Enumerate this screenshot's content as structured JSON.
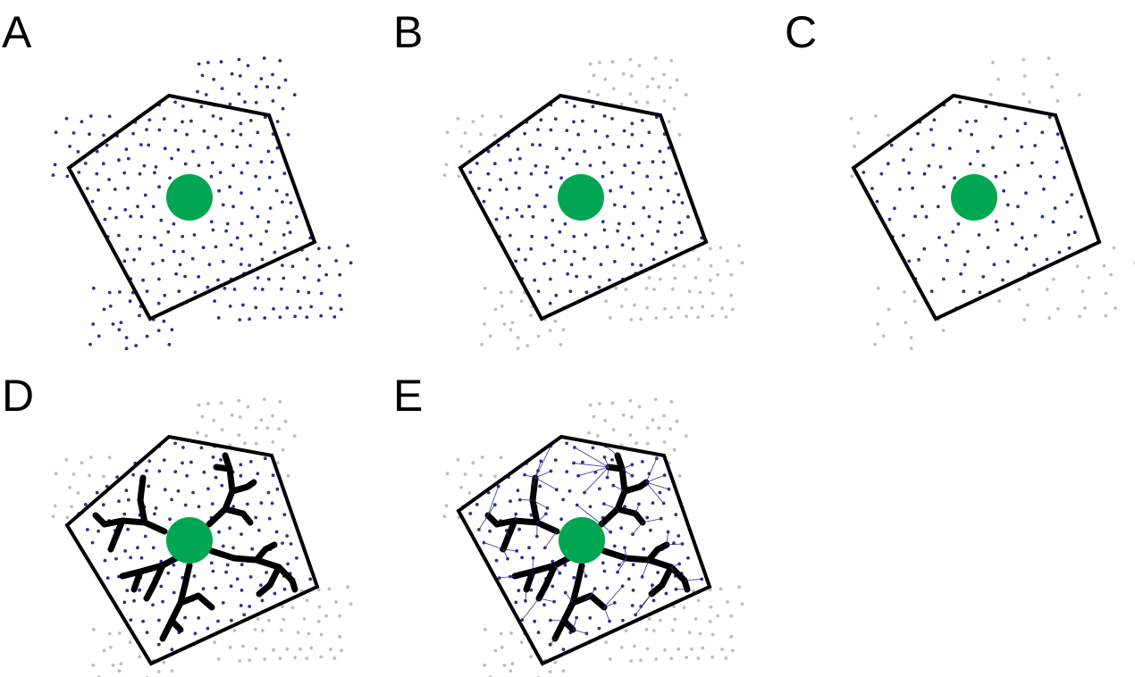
{
  "panels": [
    {
      "id": "A",
      "label": "A"
    },
    {
      "id": "B",
      "label": "B"
    },
    {
      "id": "C",
      "label": "C"
    },
    {
      "id": "D",
      "label": "D"
    },
    {
      "id": "E",
      "label": "E"
    }
  ],
  "colors": {
    "outline": "#000000",
    "soma": "#00a651",
    "point_in": "#2e3192",
    "point_out": "#bdbdbd",
    "connector": "#2e3192"
  }
}
